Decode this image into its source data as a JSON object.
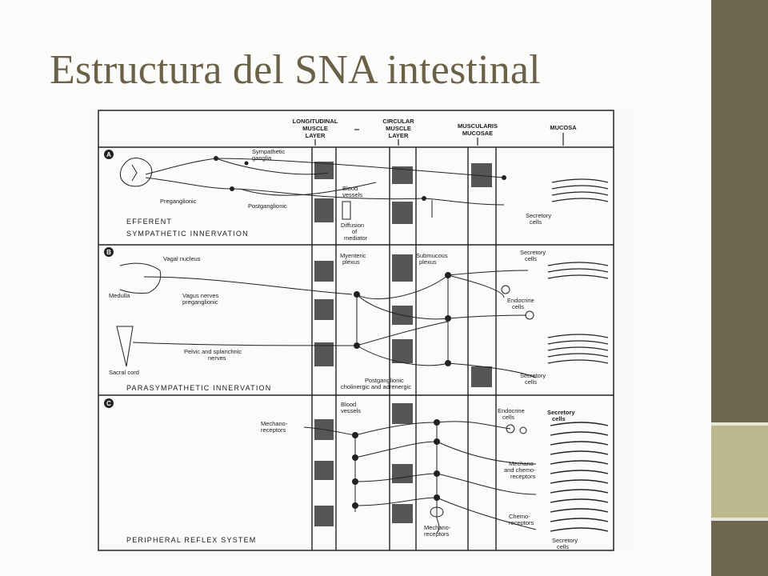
{
  "slide": {
    "title": "Estructura del SNA intestinal",
    "colors": {
      "title": "#6a6148",
      "sidebar": "#6e6650",
      "sidebar_light": "#bdb88e",
      "background": "#fbfbfa"
    }
  },
  "figure": {
    "header": {
      "longitudinal": [
        "LONGITUDINAL",
        "MUSCLE",
        "LAYER"
      ],
      "circular": [
        "CIRCULAR",
        "MUSCLE",
        "LAYER"
      ],
      "muscularis": [
        "MUSCULARIS",
        "MUCOSAE"
      ],
      "mucosa": "MUCOSA"
    },
    "panels": [
      {
        "letter": "A",
        "caption_lines": [
          "EFFERENT",
          "SYMPATHETIC INNERVATION"
        ],
        "labels": {
          "ganglia": [
            "Sympathetic",
            "ganglia"
          ],
          "preganglionic": "Preganglionic",
          "postganglionic": "Postganglionic",
          "blood_vessels": [
            "Blood",
            "vessels"
          ],
          "diffusion": [
            "Diffusion",
            "of",
            "mediator"
          ],
          "secretory": [
            "Secretory",
            "cells"
          ]
        }
      },
      {
        "letter": "B",
        "caption": "PARASYMPATHETIC INNERVATION",
        "labels": {
          "vagal": "Vagal nucleus",
          "medulla": "Medulla",
          "vagus": [
            "Vagus nerves",
            "preganglionic"
          ],
          "sacral": "Sacral cord",
          "pelvic": [
            "Pelvic and splanchnic",
            "nerves"
          ],
          "myenteric": [
            "Myenteric",
            "plexus"
          ],
          "submucous": [
            "Submucous",
            "plexus"
          ],
          "secretory_top": [
            "Secretory",
            "cells"
          ],
          "endocrine": [
            "Endocrine",
            "cells"
          ],
          "secretory_bottom": [
            "Secretory",
            "cells"
          ],
          "postganglionic": [
            "Postganglionic",
            "cholinergic and adrenergic"
          ]
        }
      },
      {
        "letter": "C",
        "caption": "PERIPHERAL REFLEX SYSTEM",
        "labels": {
          "mechano": [
            "Mechano-",
            "receptors"
          ],
          "blood_vessels": [
            "Blood",
            "vessels"
          ],
          "endocrine": [
            "Endocrine",
            "cells"
          ],
          "secretory": [
            "Secretory",
            "cells"
          ],
          "mechano_chemo": [
            "Mechano-",
            "and chemo-",
            "receptors"
          ],
          "mechano_bottom": [
            "Mechano-",
            "receptors"
          ],
          "chemo": [
            "Chemo-",
            "receptors"
          ],
          "secretory_bottom": [
            "Secretory",
            "cells"
          ]
        }
      }
    ]
  }
}
